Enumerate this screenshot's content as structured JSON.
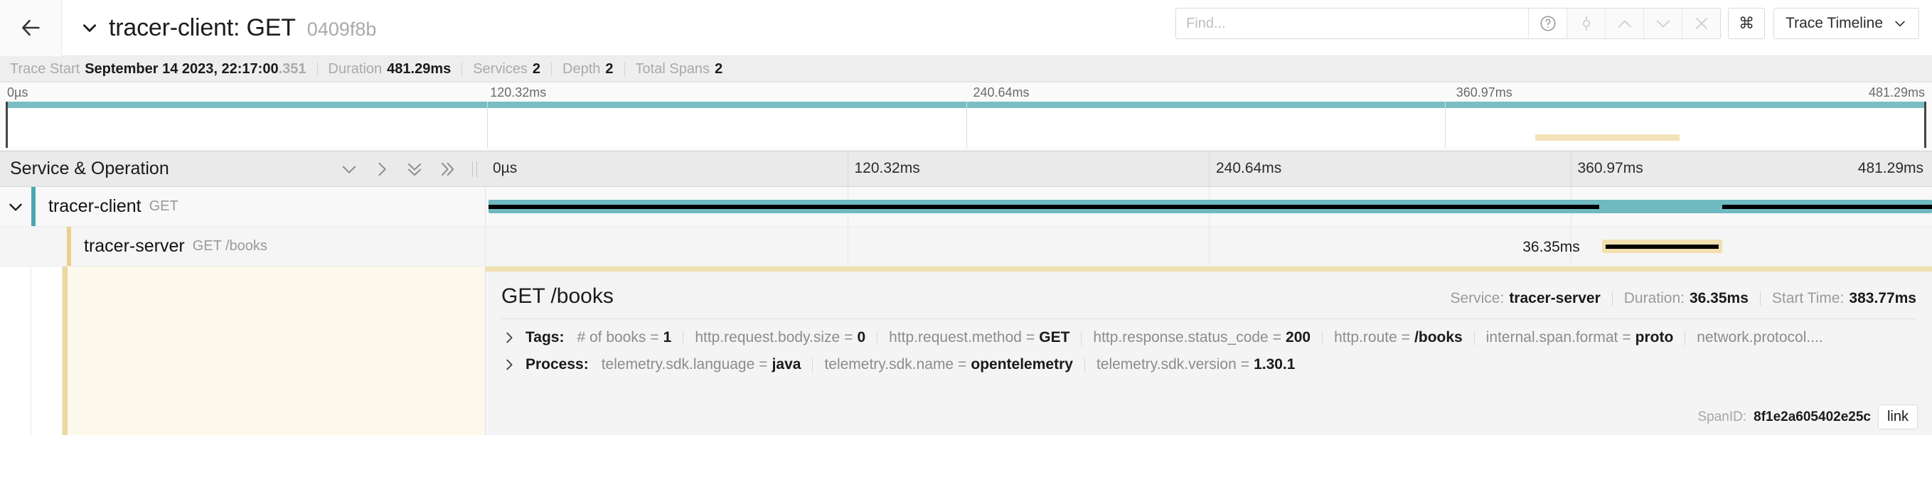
{
  "header": {
    "back_icon": "arrow-left-icon",
    "collapse_icon": "chevron-down-icon",
    "title": "tracer-client: GET",
    "trace_id": "0409f8b",
    "search": {
      "placeholder": "Find...",
      "value": "",
      "help_icon": "question-circle-icon",
      "filter_icon": "location-target-icon",
      "prev_icon": "chevron-up-icon",
      "next_icon": "chevron-down-icon",
      "clear_icon": "close-icon"
    },
    "shortcut_label": "⌘",
    "view_selector": {
      "label": "Trace Timeline",
      "caret_icon": "chevron-down-icon"
    }
  },
  "meta": [
    {
      "label": "Trace Start",
      "value": "September 14 2023, 22:17:00",
      "fraction": ".351"
    },
    {
      "label": "Duration",
      "value": "481.29ms"
    },
    {
      "label": "Services",
      "value": "2"
    },
    {
      "label": "Depth",
      "value": "2"
    },
    {
      "label": "Total Spans",
      "value": "2"
    }
  ],
  "minimap": {
    "ticks": [
      "0µs",
      "120.32ms",
      "240.64ms",
      "360.97ms",
      "481.29ms"
    ],
    "tick_pct": [
      0,
      25,
      50,
      75,
      100
    ],
    "root_color": "#79bec4",
    "spans": [
      {
        "name": "tracer-server",
        "left_pct": 79.7,
        "width_pct": 7.55,
        "color": "#f2e3b8"
      }
    ]
  },
  "table": {
    "left_header": "Service & Operation",
    "collapse_controls": [
      "chevron-down-icon",
      "chevron-right-icon",
      "double-chevron-down-icon",
      "double-chevron-right-icon"
    ],
    "ticks": [
      "0µs",
      "120.32ms",
      "240.64ms",
      "360.97ms",
      "481.29ms"
    ],
    "tick_pct": [
      0,
      25,
      50,
      75,
      100
    ]
  },
  "spans": [
    {
      "service": "tracer-client",
      "operation": "GET",
      "depth": 0,
      "color": "#4aa8b0",
      "bar_color": "#6fb9c0",
      "expand_icon": "chevron-down-icon",
      "left_pct": 0.2,
      "width_pct": 99.8,
      "child_gap_start_pct": 77.0,
      "child_gap_end_pct": 85.5,
      "label": ""
    },
    {
      "service": "tracer-server",
      "operation": "GET /books",
      "depth": 1,
      "color": "#e8d08f",
      "bar_color": "#f2dfb0",
      "left_pct": 77.2,
      "width_pct": 8.3,
      "label": "36.35ms"
    }
  ],
  "detail": {
    "title": "GET /books",
    "summary": [
      {
        "label": "Service:",
        "value": "tracer-server"
      },
      {
        "label": "Duration:",
        "value": "36.35ms"
      },
      {
        "label": "Start Time:",
        "value": "383.77ms"
      }
    ],
    "tags": {
      "chevron_icon": "chevron-right-icon",
      "heading": "Tags:",
      "items": [
        {
          "key": "# of books",
          "value": "1"
        },
        {
          "key": "http.request.body.size",
          "value": "0"
        },
        {
          "key": "http.request.method",
          "value": "GET"
        },
        {
          "key": "http.response.status_code",
          "value": "200"
        },
        {
          "key": "http.route",
          "value": "/books"
        },
        {
          "key": "internal.span.format",
          "value": "proto"
        },
        {
          "key": "network.protocol....",
          "value": ""
        }
      ]
    },
    "process": {
      "chevron_icon": "chevron-right-icon",
      "heading": "Process:",
      "items": [
        {
          "key": "telemetry.sdk.language",
          "value": "java"
        },
        {
          "key": "telemetry.sdk.name",
          "value": "opentelemetry"
        },
        {
          "key": "telemetry.sdk.version",
          "value": "1.30.1"
        }
      ]
    },
    "footer": {
      "span_id_label": "SpanID:",
      "span_id": "8f1e2a605402e25c",
      "link_label": "link"
    }
  }
}
